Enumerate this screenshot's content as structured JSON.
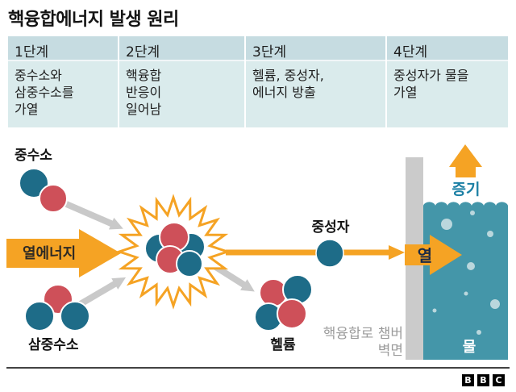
{
  "title": "핵융합에너지 발생 원리",
  "table": {
    "columns": [
      {
        "stage": "1단계",
        "desc": "중수소와\n삼중수소를\n가열"
      },
      {
        "stage": "2단계",
        "desc": "핵융합\n반응이\n일어남"
      },
      {
        "stage": "3단계",
        "desc": "헬륨, 중성자,\n에너지 방출"
      },
      {
        "stage": "4단계",
        "desc": "중성자가 물을\n가열"
      }
    ]
  },
  "diagram": {
    "labels": {
      "deuterium": "중수소",
      "tritium": "삼중수소",
      "heat_energy": "열에너지",
      "neutron": "중성자",
      "helium": "헬륨",
      "chamber_wall_line1": "핵융합로 챔버",
      "chamber_wall_line2": "벽면",
      "heat": "열",
      "steam": "증기",
      "water": "물"
    }
  },
  "colors": {
    "orange": "#F5A324",
    "blue": "#1E6C88",
    "red": "#CE5059",
    "water": "#4496A9",
    "bubble": "#BAD7DD",
    "wall_gray": "#CBCBCB",
    "arrow_gray": "#C9C9C9",
    "steam_text": "#1C80A5",
    "heat_text": "#1B2A45",
    "chamber_text": "#9B9B9B",
    "header_bg": "#C6DCE1",
    "body_bg": "#DAEBEC"
  },
  "footer": {
    "logo_letters": [
      "B",
      "B",
      "C"
    ]
  }
}
